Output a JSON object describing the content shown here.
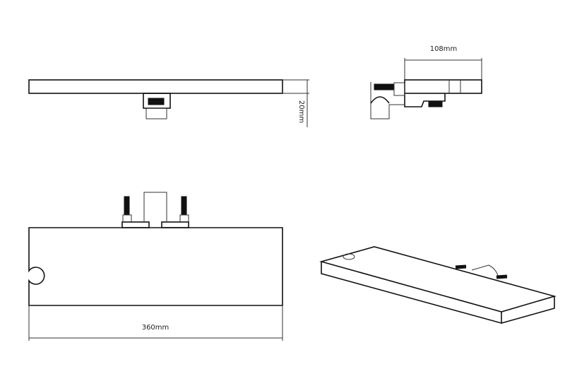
{
  "drawing": {
    "dimensions": {
      "height_label": "20mm",
      "depth_label": "108mm",
      "width_label": "360mm"
    },
    "views": [
      "top-view",
      "side-view",
      "front-view",
      "isometric-view"
    ]
  }
}
